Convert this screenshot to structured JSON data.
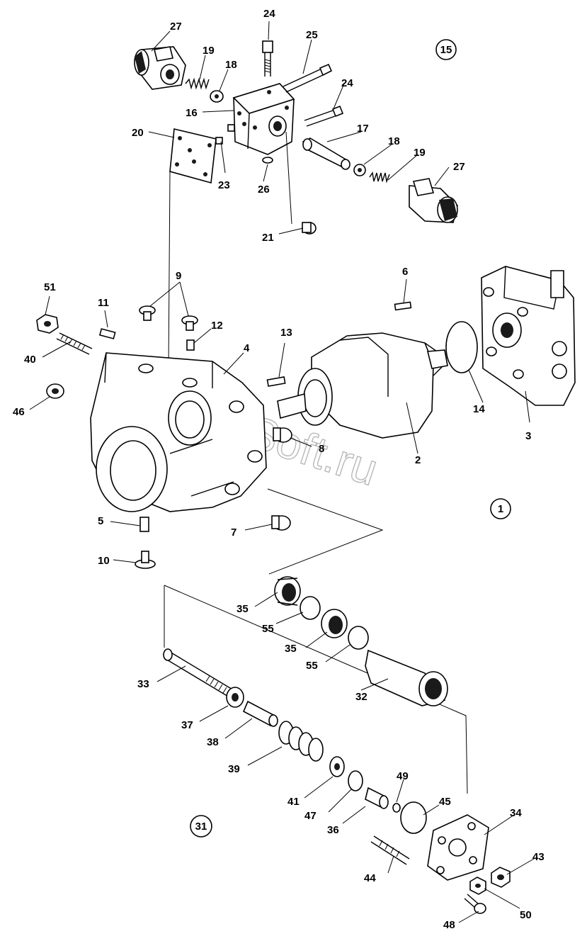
{
  "watermark": "AutoSoft.ru",
  "group_labels": [
    "15",
    "1",
    "31"
  ],
  "callouts": [
    "27",
    "24",
    "25",
    "19",
    "18",
    "16",
    "20",
    "23",
    "26",
    "17",
    "18",
    "19",
    "27",
    "21",
    "24",
    "9",
    "11",
    "12",
    "13",
    "4",
    "51",
    "40",
    "46",
    "6",
    "14",
    "3",
    "2",
    "8",
    "7",
    "5",
    "10",
    "35",
    "55",
    "35",
    "55",
    "32",
    "33",
    "37",
    "38",
    "39",
    "41",
    "47",
    "36",
    "49",
    "45",
    "34",
    "44",
    "43",
    "50",
    "48"
  ]
}
